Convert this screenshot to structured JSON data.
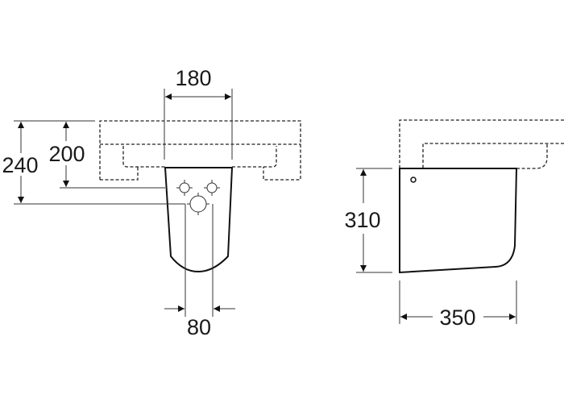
{
  "diagram": {
    "front_view": {
      "dimensions": {
        "pipe_spacing_width": "180",
        "height_to_inlets": "200",
        "height_to_drain": "240",
        "drain_width": "80"
      }
    },
    "side_view": {
      "dimensions": {
        "pedestal_height": "310",
        "pedestal_depth": "350"
      }
    }
  }
}
